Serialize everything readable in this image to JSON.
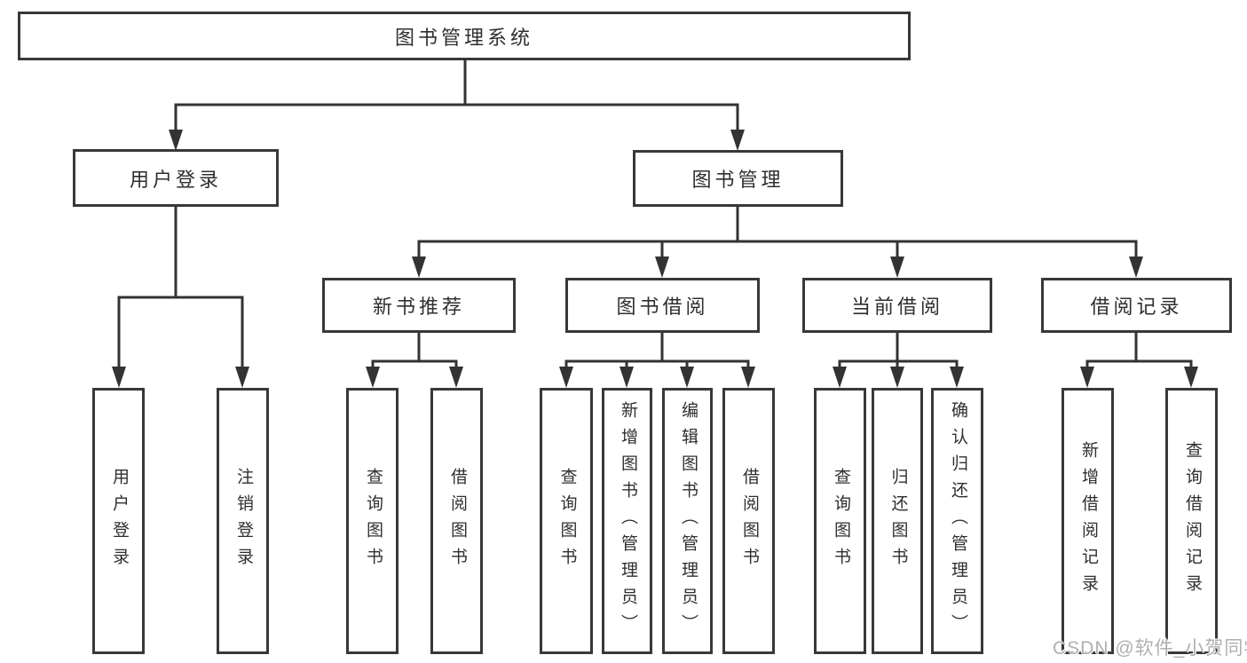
{
  "tree": {
    "label": "图书管理系统",
    "children": [
      {
        "label": "用户登录",
        "children": [
          {
            "label": "用户登录"
          },
          {
            "label": "注销登录"
          }
        ]
      },
      {
        "label": "图书管理",
        "children": [
          {
            "label": "新书推荐",
            "children": [
              {
                "label": "查询图书"
              },
              {
                "label": "借阅图书"
              }
            ]
          },
          {
            "label": "图书借阅",
            "children": [
              {
                "label": "查询图书"
              },
              {
                "label": "新增图书（管理员）"
              },
              {
                "label": "编辑图书（管理员）"
              },
              {
                "label": "借阅图书"
              }
            ]
          },
          {
            "label": "当前借阅",
            "children": [
              {
                "label": "查询图书"
              },
              {
                "label": "归还图书"
              },
              {
                "label": "确认归还（管理员）"
              }
            ]
          },
          {
            "label": "借阅记录",
            "children": [
              {
                "label": "新增借阅记录"
              },
              {
                "label": "查询借阅记录"
              }
            ]
          }
        ]
      }
    ]
  },
  "watermark": {
    "text": "CSDN @软件_小贺同学"
  },
  "colors": {
    "line": "#333333",
    "box_border": "#383838",
    "text": "#2f2f2f",
    "watermark": "#b0b0b0",
    "background": "#ffffff"
  }
}
